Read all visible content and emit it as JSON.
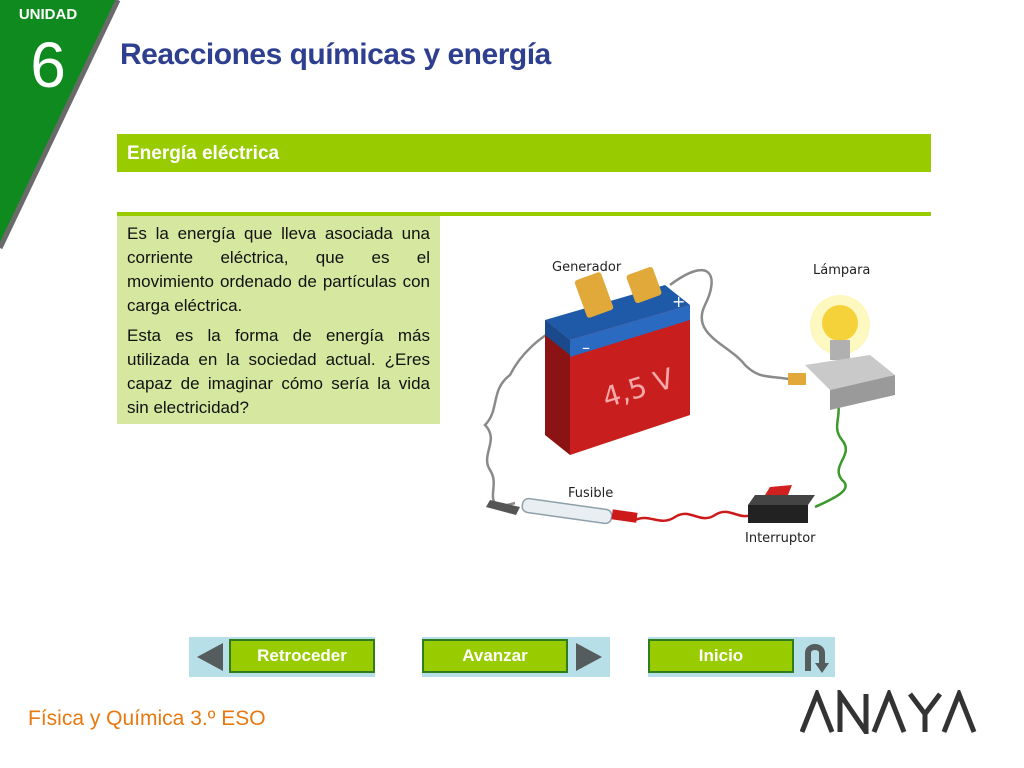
{
  "unit": {
    "label": "UNIDAD",
    "number": "6"
  },
  "page": {
    "title": "Reacciones químicas y energía"
  },
  "section": {
    "title": "Energía eléctrica"
  },
  "content": {
    "paragraphs": [
      "Es la energía que lleva asociada una corriente eléctrica, que es el movimiento ordenado de partículas con carga eléctrica.",
      "Esta es la forma de energía más utilizada en la sociedad actual. ¿Eres capaz de imaginar cómo sería la vida sin electricidad?"
    ]
  },
  "diagram": {
    "labels": {
      "generator": "Generador",
      "lamp": "Lámpara",
      "fuse": "Fusible",
      "switch": "Interruptor"
    },
    "battery": {
      "voltage": "4,5 V",
      "minus": "–",
      "plus": "+"
    }
  },
  "nav": {
    "back_label": "Retroceder",
    "forward_label": "Avanzar",
    "home_label": "Inicio"
  },
  "footer": {
    "subject": "Física y Química 3.º ESO",
    "brand": "ANAYA"
  },
  "colors": {
    "green_accent": "#99cc00",
    "unit_green": "#0f8a1e",
    "title_blue": "#2e3f8f",
    "footer_orange": "#e87810",
    "text_box_bg": "#d6e8a0",
    "nav_bg": "#b7dfe8"
  },
  "icons": {
    "back": "triangle-left-icon",
    "forward": "triangle-right-icon",
    "home": "u-turn-arrow-icon"
  }
}
